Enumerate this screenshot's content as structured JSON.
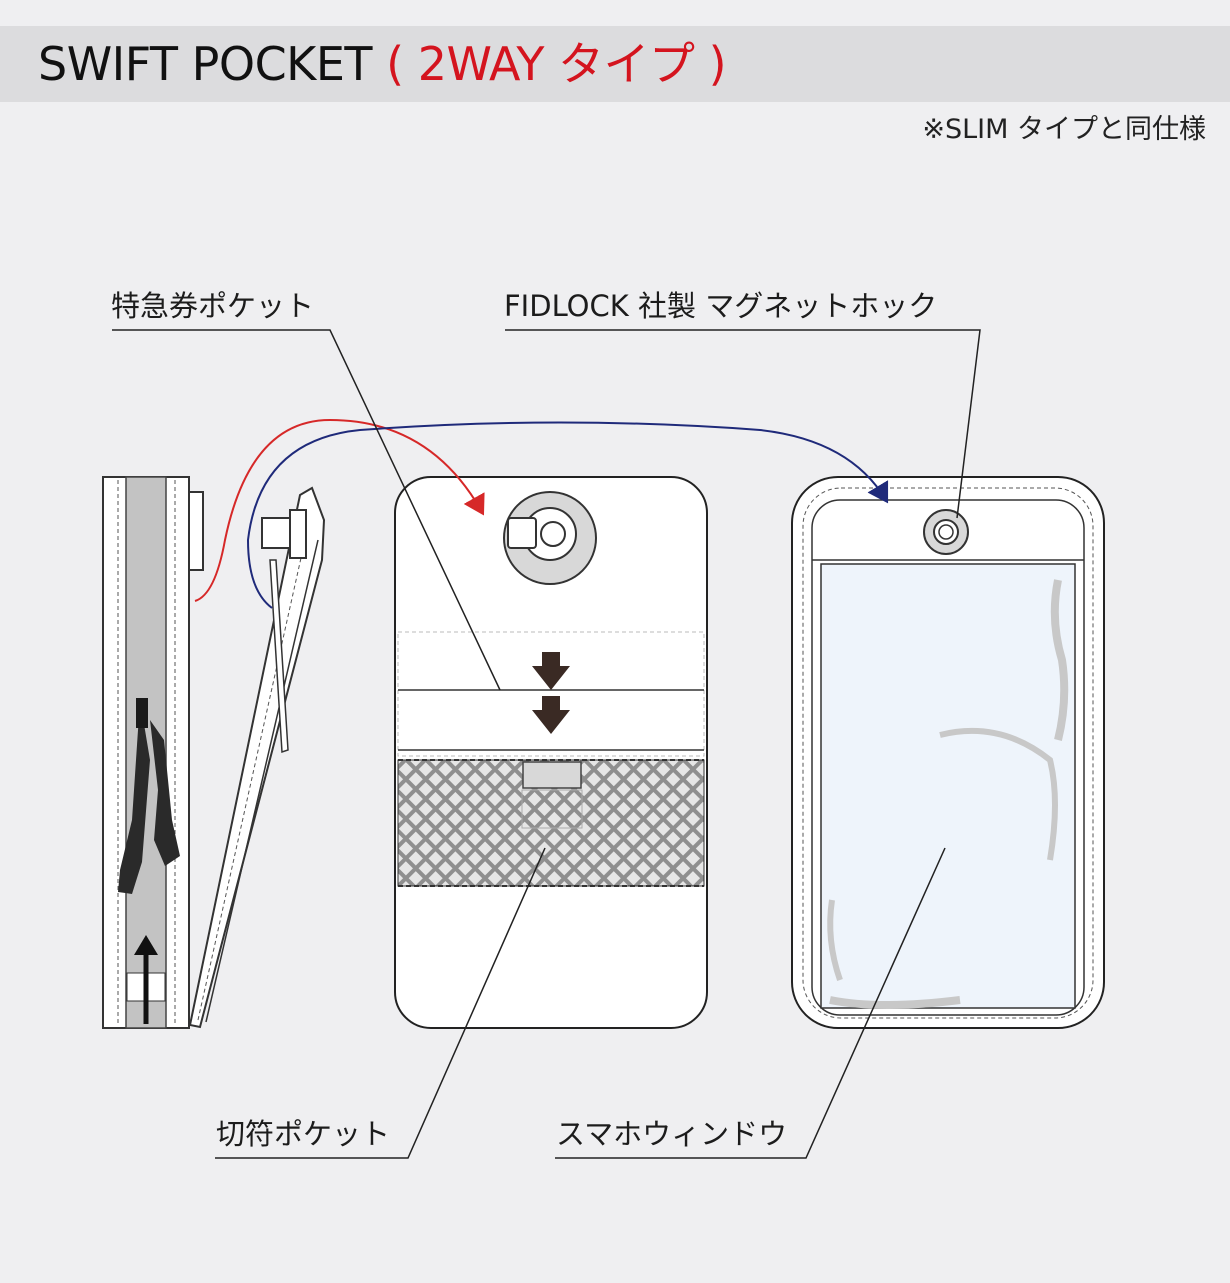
{
  "header": {
    "title_main": "SWIFT POCKET",
    "title_accent": "( 2WAY タイプ )",
    "note": "※SLIM タイプと同仕様"
  },
  "labels": {
    "ticket_pocket": "特急券ポケット",
    "magnet_hook": "FIDLOCK 社製 マグネットホック",
    "fare_pocket": "切符ポケット",
    "phone_window": "スマホウィンドウ"
  },
  "colors": {
    "accent": "#d4141e",
    "red_arrow": "#d62828",
    "blue_arrow": "#1f2a7a",
    "background": "#efeff1",
    "title_bar": "#dcdcde"
  }
}
